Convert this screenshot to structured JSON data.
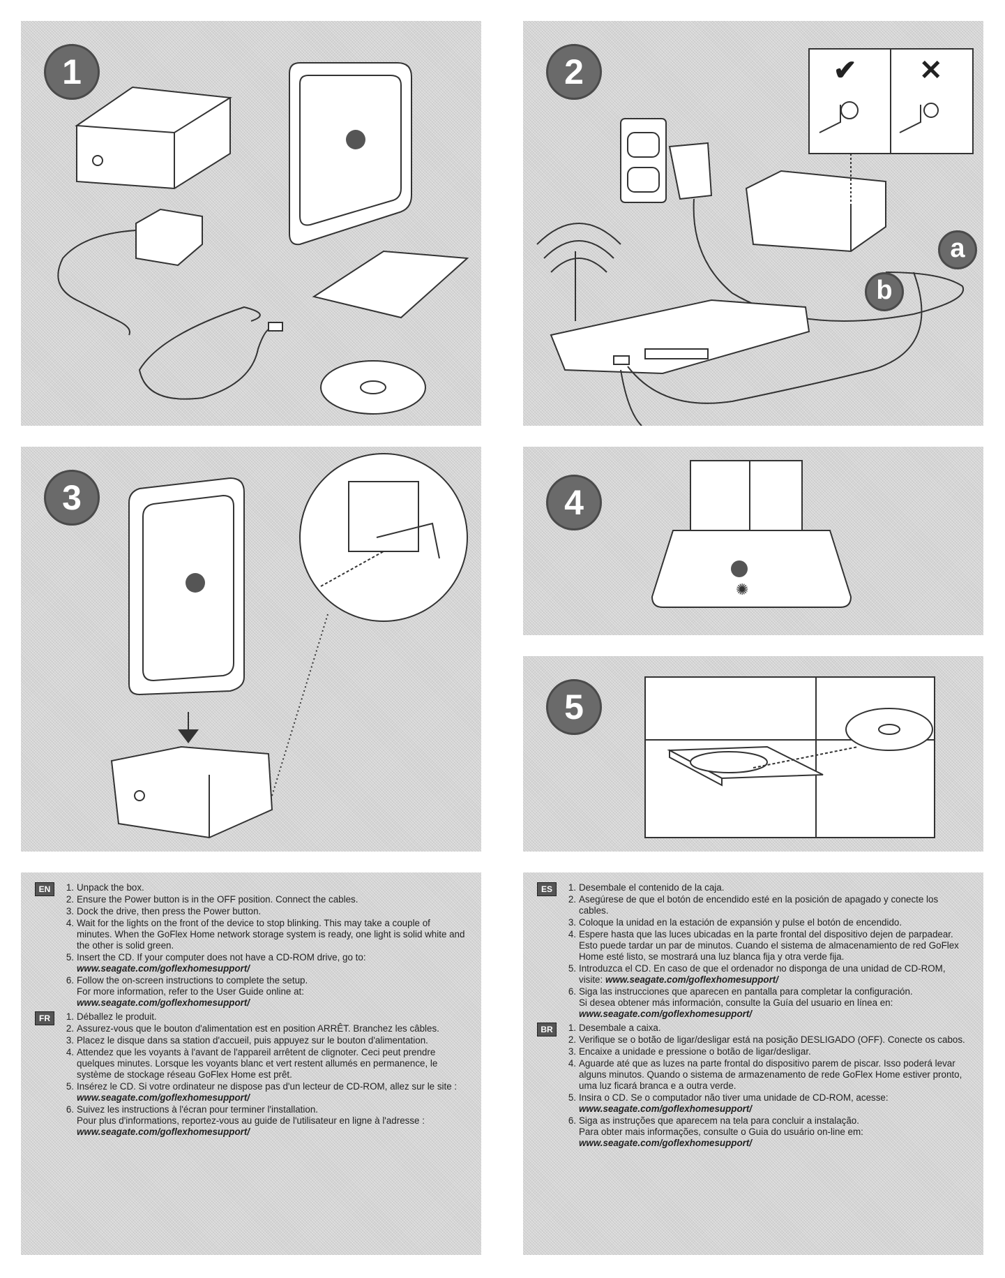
{
  "steps": [
    {
      "number": "1"
    },
    {
      "number": "2",
      "labels": {
        "a": "a",
        "b": "b"
      },
      "marks": {
        "ok": "✔",
        "no": "✕"
      }
    },
    {
      "number": "3"
    },
    {
      "number": "4"
    },
    {
      "number": "5"
    }
  ],
  "languages": [
    {
      "code": "EN",
      "items": [
        {
          "n": "1.",
          "text": "Unpack the box."
        },
        {
          "n": "2.",
          "text": "Ensure the Power button is in the OFF position. Connect the cables."
        },
        {
          "n": "3.",
          "text": "Dock the drive, then press the Power button."
        },
        {
          "n": "4.",
          "text": "Wait for the lights on the front of the device to stop blinking. This may take a couple of minutes. When the GoFlex Home network storage system is ready, one light is solid white and the other is solid green."
        },
        {
          "n": "5.",
          "text": "Insert the CD. If your computer does not have a CD-ROM drive, go to:",
          "url": "www.seagate.com/goflexhomesupport/"
        },
        {
          "n": "6.",
          "text": "Follow the on-screen instructions to complete the setup.",
          "extra": "For more information, refer to the User Guide online at:",
          "url": "www.seagate.com/goflexhomesupport/"
        }
      ]
    },
    {
      "code": "FR",
      "items": [
        {
          "n": "1.",
          "text": "Déballez le produit."
        },
        {
          "n": "2.",
          "text": "Assurez-vous que le bouton d'alimentation est en position ARRÊT. Branchez les câbles."
        },
        {
          "n": "3.",
          "text": "Placez le disque dans sa station d'accueil, puis appuyez sur le bouton d'alimentation."
        },
        {
          "n": "4.",
          "text": "Attendez que les voyants à l'avant de l'appareil arrêtent de clignoter. Ceci peut prendre quelques minutes. Lorsque les voyants blanc et vert restent allumés en permanence, le système de stockage réseau GoFlex Home est prêt."
        },
        {
          "n": "5.",
          "text": "Insérez le CD. Si votre ordinateur ne dispose pas d'un lecteur de CD-ROM, allez sur le site :",
          "url": "www.seagate.com/goflexhomesupport/"
        },
        {
          "n": "6.",
          "text": "Suivez les instructions à l'écran pour terminer l'installation.",
          "extra": "Pour plus d'informations, reportez-vous au guide de l'utilisateur en ligne à l'adresse :",
          "url": "www.seagate.com/goflexhomesupport/"
        }
      ]
    },
    {
      "code": "ES",
      "items": [
        {
          "n": "1.",
          "text": "Desembale el contenido de la caja."
        },
        {
          "n": "2.",
          "text": "Asegúrese de que el botón de encendido esté en la posición de apagado y conecte los cables."
        },
        {
          "n": "3.",
          "text": "Coloque la unidad en la estación de expansión y pulse el botón de encendido."
        },
        {
          "n": "4.",
          "text": "Espere hasta que las luces ubicadas en la parte frontal del dispositivo dejen de parpadear. Esto puede tardar un par de minutos. Cuando el sistema de almacenamiento de red GoFlex Home esté listo, se mostrará una luz blanca fija y otra verde fija."
        },
        {
          "n": "5.",
          "text": "Introduzca el CD. En caso de que el ordenador no disponga de una unidad de CD-ROM, visite:",
          "url": "www.seagate.com/goflexhomesupport/"
        },
        {
          "n": "6.",
          "text": "Siga las instrucciones que aparecen en pantalla para completar la configuración.",
          "extra": "Si desea obtener más información, consulte la Guía del usuario en línea en:",
          "url": "www.seagate.com/goflexhomesupport/"
        }
      ]
    },
    {
      "code": "BR",
      "items": [
        {
          "n": "1.",
          "text": "Desembale a caixa."
        },
        {
          "n": "2.",
          "text": "Verifique se o botão de ligar/desligar está na posição DESLIGADO (OFF). Conecte os cabos."
        },
        {
          "n": "3.",
          "text": "Encaixe a unidade e pressione o botão de ligar/desligar."
        },
        {
          "n": "4.",
          "text": "Aguarde até que as luzes na parte frontal do dispositivo parem de piscar. Isso poderá levar alguns minutos. Quando o sistema de armazenamento de rede GoFlex Home estiver pronto, uma luz ficará branca e a outra verde."
        },
        {
          "n": "5.",
          "text": "Insira o CD. Se o computador não tiver uma unidade de CD-ROM, acesse:",
          "url": "www.seagate.com/goflexhomesupport/"
        },
        {
          "n": "6.",
          "text": "Siga as instruções que aparecem na tela para concluir a instalação.",
          "extra": "Para obter mais informações, consulte o Guia do usuário on-line em:",
          "url": "www.seagate.com/goflexhomesupport/"
        }
      ]
    }
  ]
}
